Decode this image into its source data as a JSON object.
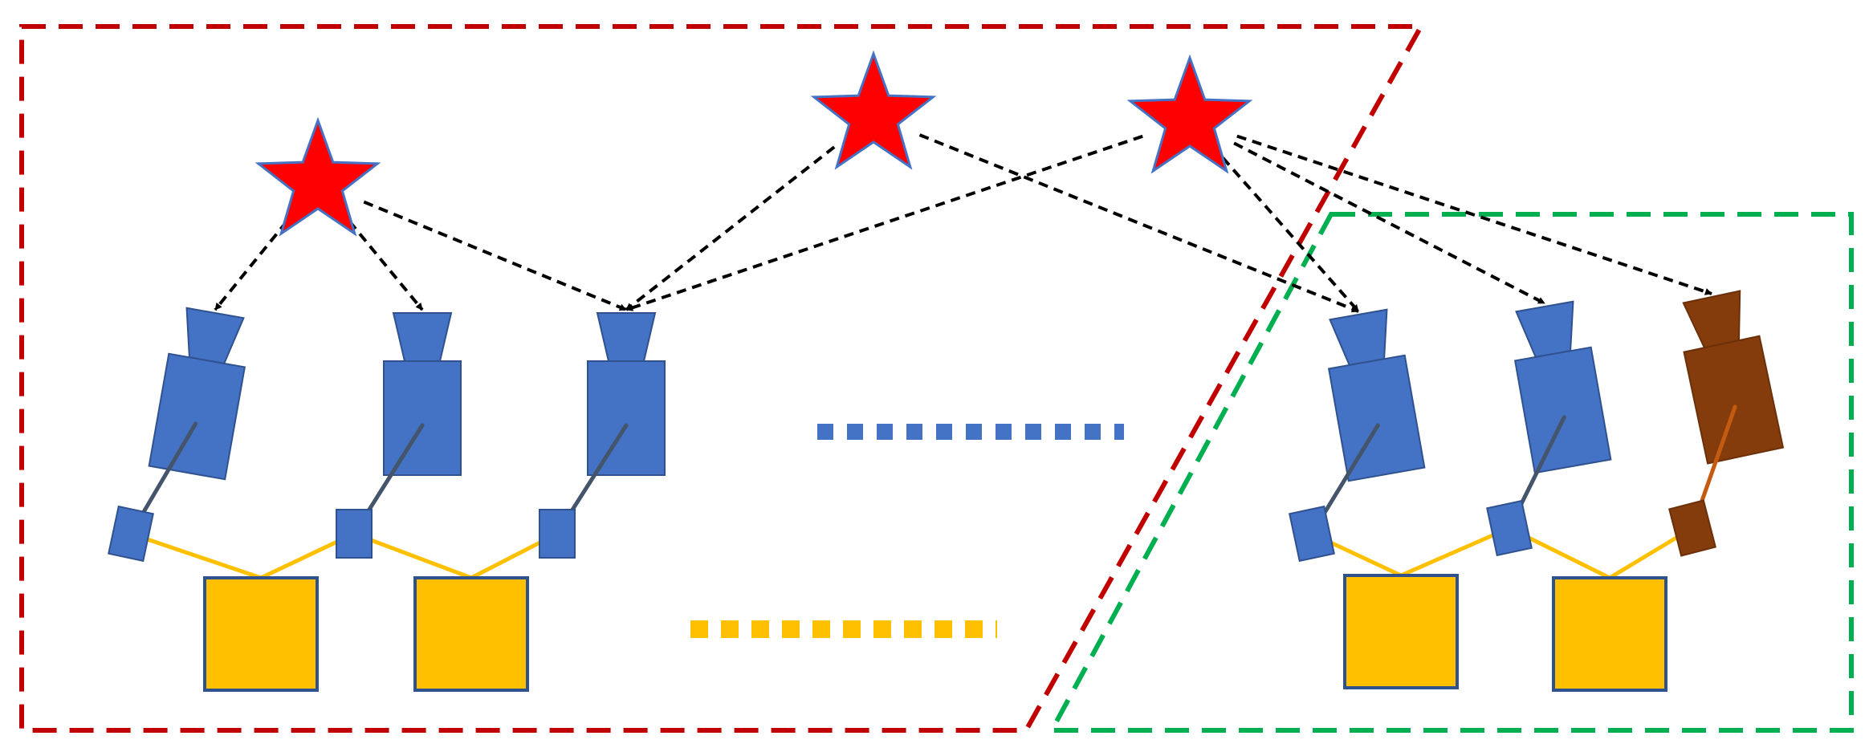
{
  "colors": {
    "background": "#ffffff",
    "region_red": "#c00000",
    "region_green": "#00b050",
    "star_fill": "#ff0000",
    "star_stroke": "#4472c4",
    "camera_blue": "#4472c4",
    "camera_blue_stroke": "#2f528f",
    "camera_brown": "#843c0c",
    "arm_blue": "#44546a",
    "arm_brown": "#c55a11",
    "link_yellow": "#ffc000",
    "target_yellow": "#ffc000",
    "target_stroke": "#2f528f",
    "arrow": "#000000"
  },
  "diagram": {
    "regions": [
      {
        "id": "red-region",
        "color_key": "region_red"
      },
      {
        "id": "green-region",
        "color_key": "region_green"
      }
    ],
    "stars": [
      {
        "id": "star-1"
      },
      {
        "id": "star-2"
      },
      {
        "id": "star-3"
      }
    ],
    "cameras": [
      {
        "id": "camera-1",
        "color": "blue"
      },
      {
        "id": "camera-2",
        "color": "blue"
      },
      {
        "id": "camera-3",
        "color": "blue"
      },
      {
        "id": "camera-4",
        "color": "blue"
      },
      {
        "id": "camera-5",
        "color": "blue"
      },
      {
        "id": "camera-6",
        "color": "brown"
      }
    ],
    "targets": [
      {
        "id": "target-1"
      },
      {
        "id": "target-2"
      },
      {
        "id": "target-3"
      },
      {
        "id": "target-4"
      }
    ],
    "connections": [
      {
        "from": "star-1",
        "to": "camera-1"
      },
      {
        "from": "star-1",
        "to": "camera-2"
      },
      {
        "from": "star-1",
        "to": "camera-3"
      },
      {
        "from": "star-2",
        "to": "camera-3"
      },
      {
        "from": "star-2",
        "to": "camera-4"
      },
      {
        "from": "star-3",
        "to": "camera-3"
      },
      {
        "from": "star-3",
        "to": "camera-4"
      },
      {
        "from": "star-3",
        "to": "camera-5"
      },
      {
        "from": "star-3",
        "to": "camera-6"
      }
    ],
    "ellipses": [
      {
        "id": "camera-ellipsis",
        "color_key": "camera_blue"
      },
      {
        "id": "target-ellipsis",
        "color_key": "link_yellow"
      }
    ]
  }
}
